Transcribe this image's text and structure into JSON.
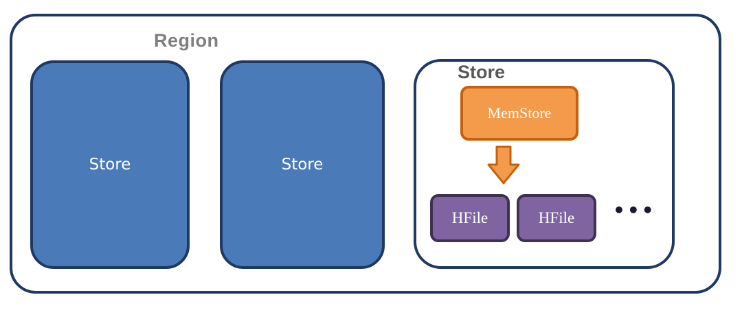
{
  "region": {
    "label": "Region"
  },
  "stores": [
    {
      "label": "Store"
    },
    {
      "label": "Store"
    }
  ],
  "store_detail": {
    "label": "Store",
    "memstore_label": "MemStore",
    "hfiles": [
      {
        "label": "HFile"
      },
      {
        "label": "HFile"
      }
    ],
    "more_label": "•••"
  },
  "colors": {
    "border": "#1f3864",
    "store_fill": "#4a7ab8",
    "memstore_fill": "#f39a4b",
    "memstore_border": "#c5620e",
    "hfile_fill": "#8064a2",
    "hfile_border": "#3f3151",
    "region_label": "#7f7f7f"
  },
  "icons": {
    "flow": "down-arrow-icon"
  }
}
